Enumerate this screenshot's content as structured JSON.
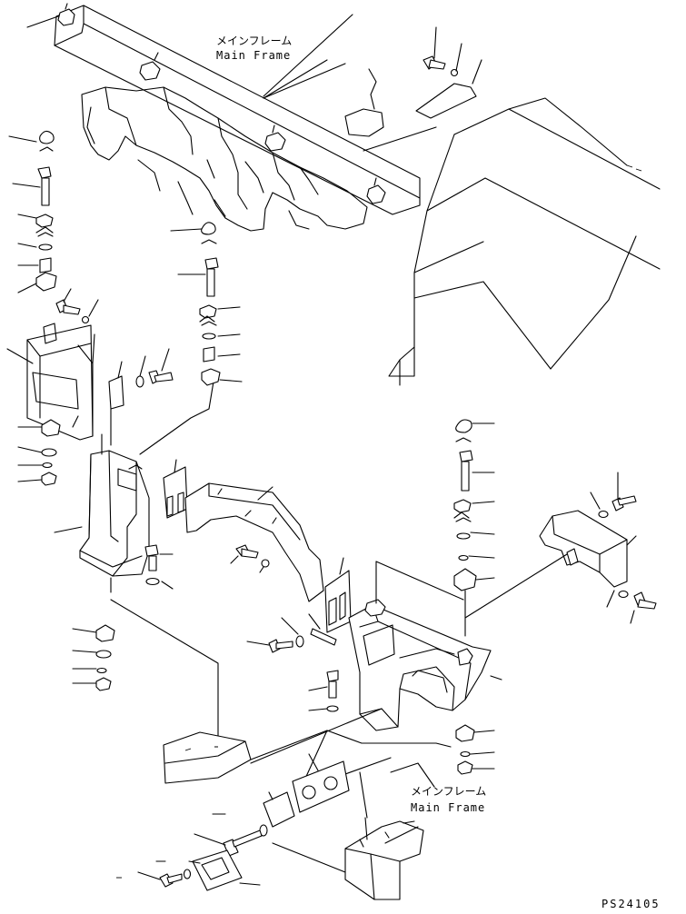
{
  "labels": {
    "main_frame_top_ja": "メインフレーム",
    "main_frame_top_en": "Main Frame",
    "main_frame_bottom_ja": "メインフレーム",
    "main_frame_bottom_en": "Main Frame",
    "figure_code": "PS24105"
  }
}
